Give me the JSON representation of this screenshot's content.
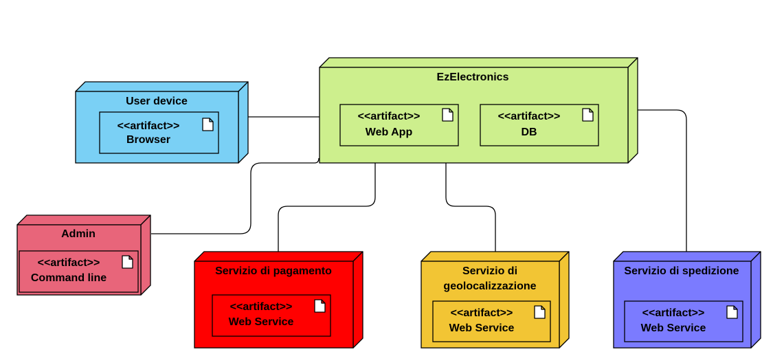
{
  "colors": {
    "user_device": "#7ad0f5",
    "ezelectronics": "#cdef8d",
    "admin": "#e8657a",
    "servizio_pagamento": "#ff0000",
    "servizio_geolocalizzazione": "#f2c534",
    "servizio_spedizione": "#7b7bff",
    "stroke": "#000000",
    "background": "#ffffff"
  },
  "nodes": {
    "user_device": {
      "title": "User device",
      "artifact": {
        "stereotype": "<<artifact>>",
        "name": "Browser",
        "icon": "document-icon"
      }
    },
    "ezelectronics": {
      "title": "EzElectronics",
      "artifacts": [
        {
          "stereotype": "<<artifact>>",
          "name": "Web App",
          "icon": "document-icon"
        },
        {
          "stereotype": "<<artifact>>",
          "name": "DB",
          "icon": "document-icon"
        }
      ]
    },
    "admin": {
      "title": "Admin",
      "artifact": {
        "stereotype": "<<artifact>>",
        "name": "Command line",
        "icon": "document-icon"
      }
    },
    "servizio_pagamento": {
      "title": "Servizio di pagamento",
      "artifact": {
        "stereotype": "<<artifact>>",
        "name": "Web Service",
        "icon": "document-icon"
      }
    },
    "servizio_geolocalizzazione": {
      "title_line1": "Servizio di",
      "title_line2": "geolocalizzazione",
      "artifact": {
        "stereotype": "<<artifact>>",
        "name": "Web Service",
        "icon": "document-icon"
      }
    },
    "servizio_spedizione": {
      "title": "Servizio di spedizione",
      "artifact": {
        "stereotype": "<<artifact>>",
        "name": "Web Service",
        "icon": "document-icon"
      }
    }
  },
  "connections": [
    {
      "from": "user_device",
      "to": "ezelectronics"
    },
    {
      "from": "admin",
      "to": "ezelectronics"
    },
    {
      "from": "servizio_pagamento",
      "to": "ezelectronics"
    },
    {
      "from": "servizio_geolocalizzazione",
      "to": "ezelectronics"
    },
    {
      "from": "servizio_spedizione",
      "to": "ezelectronics"
    }
  ]
}
